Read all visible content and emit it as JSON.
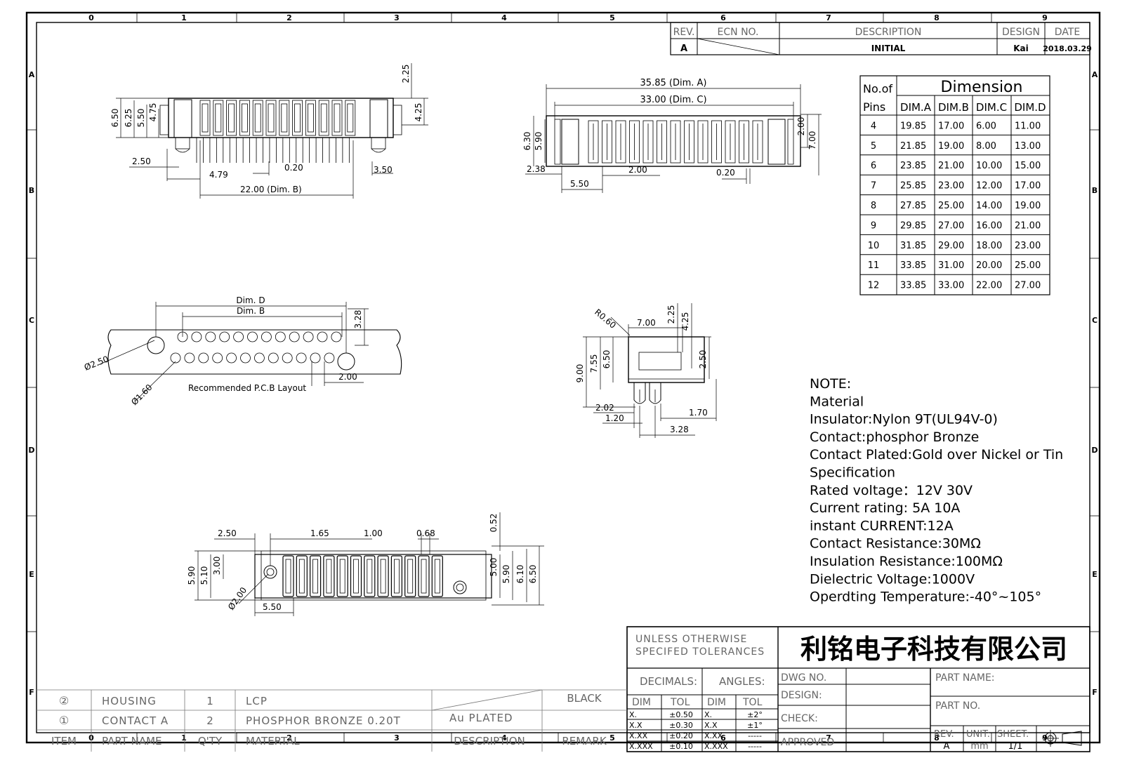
{
  "frame": {
    "col_labels": [
      "0",
      "1",
      "2",
      "3",
      "4",
      "5",
      "6",
      "7",
      "8",
      "9"
    ],
    "row_labels": [
      "A",
      "B",
      "C",
      "D",
      "E",
      "F"
    ]
  },
  "revision_block": {
    "headers": {
      "rev": "REV.",
      "ecn": "ECN NO.",
      "description": "DESCRIPTION",
      "design": "DESIGN",
      "date": "DATE"
    },
    "row": {
      "rev": "A",
      "description": "INITIAL",
      "design": "Kai",
      "date": "2018.03.29"
    }
  },
  "dim_table": {
    "header_left_1": "No.of",
    "header_left_2": "Pins",
    "header_title": "Dimension",
    "columns": [
      "DIM.A",
      "DIM.B",
      "DIM.C",
      "DIM.D"
    ],
    "rows": [
      [
        "4",
        "19.85",
        "17.00",
        "6.00",
        "11.00"
      ],
      [
        "5",
        "21.85",
        "19.00",
        "8.00",
        "13.00"
      ],
      [
        "6",
        "23.85",
        "21.00",
        "10.00",
        "15.00"
      ],
      [
        "7",
        "25.85",
        "23.00",
        "12.00",
        "17.00"
      ],
      [
        "8",
        "27.85",
        "25.00",
        "14.00",
        "19.00"
      ],
      [
        "9",
        "29.85",
        "27.00",
        "16.00",
        "21.00"
      ],
      [
        "10",
        "31.85",
        "29.00",
        "18.00",
        "23.00"
      ],
      [
        "11",
        "33.85",
        "31.00",
        "20.00",
        "25.00"
      ],
      [
        "12",
        "33.85",
        "33.00",
        "22.00",
        "27.00"
      ]
    ]
  },
  "view_front": {
    "labels": {
      "h650": "6.50",
      "h625": "6.25",
      "h550": "5.50",
      "h475": "4.75",
      "h225": "2.25",
      "h425": "4.25",
      "d250": "2.50",
      "d479": "4.79",
      "d020": "0.20",
      "d350": "3.50",
      "d2200": "22.00 (Dim. B)"
    }
  },
  "view_top": {
    "labels": {
      "dA": "35.85 (Dim. A)",
      "dC": "33.00 (Dim. C)",
      "h630": "6.30",
      "h590": "5.90",
      "h200": "2.00",
      "h700": "7.00",
      "d238": "2.38",
      "d200": "2.00",
      "d550": "5.50",
      "d020": "0.20"
    }
  },
  "view_pcb": {
    "labels": {
      "dimD": "Dim. D",
      "dimB": "Dim. B",
      "h328": "3.28",
      "d250": "Ø2.50",
      "d160": "Ø1.60",
      "d200": "2.00",
      "caption": "Recommended P.C.B Layout"
    }
  },
  "view_side": {
    "labels": {
      "r060": "R0.60",
      "d700": "7.00",
      "h225": "2.25",
      "h425": "4.25",
      "h900": "9.00",
      "h755": "7.55",
      "h650": "6.50",
      "h250": "2.50",
      "d202": "2.02",
      "d120": "1.20",
      "d170": "1.70",
      "d328": "3.28"
    }
  },
  "view_bottom": {
    "labels": {
      "d250": "2.50",
      "d165": "1.65",
      "d100": "1.00",
      "d068": "0.68",
      "d052": "0.52",
      "h590l": "5.90",
      "h510": "5.10",
      "h300": "3.00",
      "h500": "5.00",
      "h590r": "5.90",
      "h610": "6.10",
      "h650": "6.50",
      "d200": "Ø2.00",
      "d550": "5.50"
    }
  },
  "notes": {
    "lines": [
      "NOTE:",
      "Material",
      "Insulator:Nylon 9T(UL94V-0)",
      "Contact:phosphor Bronze",
      "Contact Plated:Gold over Nickel or Tin",
      "Specification",
      "Rated voltage：12V 30V",
      " Current rating:  5A 10A",
      "instant CURRENT:12A",
      "Contact Resistance:30MΩ",
      "Insulation Resistance:100MΩ",
      "Dielectric Voltage:1000V",
      "Operdting Temperature:-40°~105°"
    ]
  },
  "title_block": {
    "tolerance_1": "UNLESS OTHERWISE",
    "tolerance_2": "SPECIFED TOLERANCES",
    "company": "利铭电子科技有限公司",
    "decimals": "DECIMALS:",
    "angles": "ANGLES:",
    "dim": "DIM",
    "tol": "TOL",
    "dec_rows": [
      [
        "X.",
        "±0.50"
      ],
      [
        "X.X",
        "±0.30"
      ],
      [
        "X.XX",
        "±0.20"
      ],
      [
        "X.XXX",
        "±0.10"
      ]
    ],
    "ang_rows": [
      [
        "X.",
        "±2°"
      ],
      [
        "X.X",
        "±1°"
      ],
      [
        "X.XX",
        "-----"
      ],
      [
        "X.XXX",
        "-----"
      ]
    ],
    "dwg_no": "DWG NO.",
    "design": "DESIGN:",
    "check": "CHECK:",
    "approved": "APPROVED",
    "part_name": "PART NAME:",
    "part_no": "PART NO.",
    "rev_label": "REV.",
    "rev_value": "A",
    "unit_label": "UNIT:",
    "unit_value": "mm",
    "sheet_label": "SHEET:",
    "sheet_value": "1/1"
  },
  "bom": {
    "rows": [
      {
        "item": "②",
        "part": "HOUSING",
        "qty": "1",
        "material": "LCP",
        "description": "",
        "remark": "BLACK"
      },
      {
        "item": "①",
        "part": "CONTACT A",
        "qty": "2",
        "material": "PHOSPHOR BRONZE 0.20T",
        "description": "Au PLATED",
        "remark": ""
      }
    ],
    "header": {
      "item": "ITEM",
      "part": "PART NAME",
      "qty": "Q'TY",
      "material": "MATERTAL",
      "description": "DESCRIPTION",
      "remark": "REMARK"
    }
  }
}
